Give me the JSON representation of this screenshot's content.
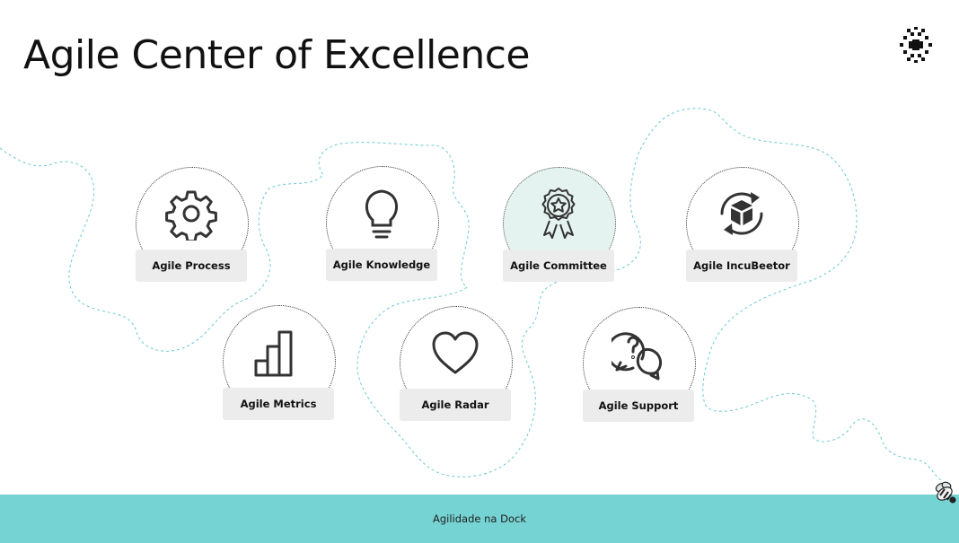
{
  "page": {
    "title": "Agile Center of Excellence",
    "footer_text": "Agilidade na Dock"
  },
  "colors": {
    "footer_bg": "#76d3d3",
    "trail": "#6cc9d4",
    "highlight_bg": "#e4f3ef",
    "label_bg": "#ececec"
  },
  "cards": [
    {
      "label": "Agile Process",
      "icon": "gear-icon"
    },
    {
      "label": "Agile Knowledge",
      "icon": "lightbulb-icon"
    },
    {
      "label": "Agile Committee",
      "icon": "award-badge-icon",
      "highlighted": true
    },
    {
      "label": "Agile IncuBeetor",
      "icon": "cube-cycle-icon"
    },
    {
      "label": "Agile Metrics",
      "icon": "bar-chart-icon"
    },
    {
      "label": "Agile Radar",
      "icon": "heart-icon"
    },
    {
      "label": "Agile Support",
      "icon": "chat-question-icon"
    }
  ],
  "logo_icon": "pixel-x-logo-icon",
  "bee_icon": "bee-icon"
}
